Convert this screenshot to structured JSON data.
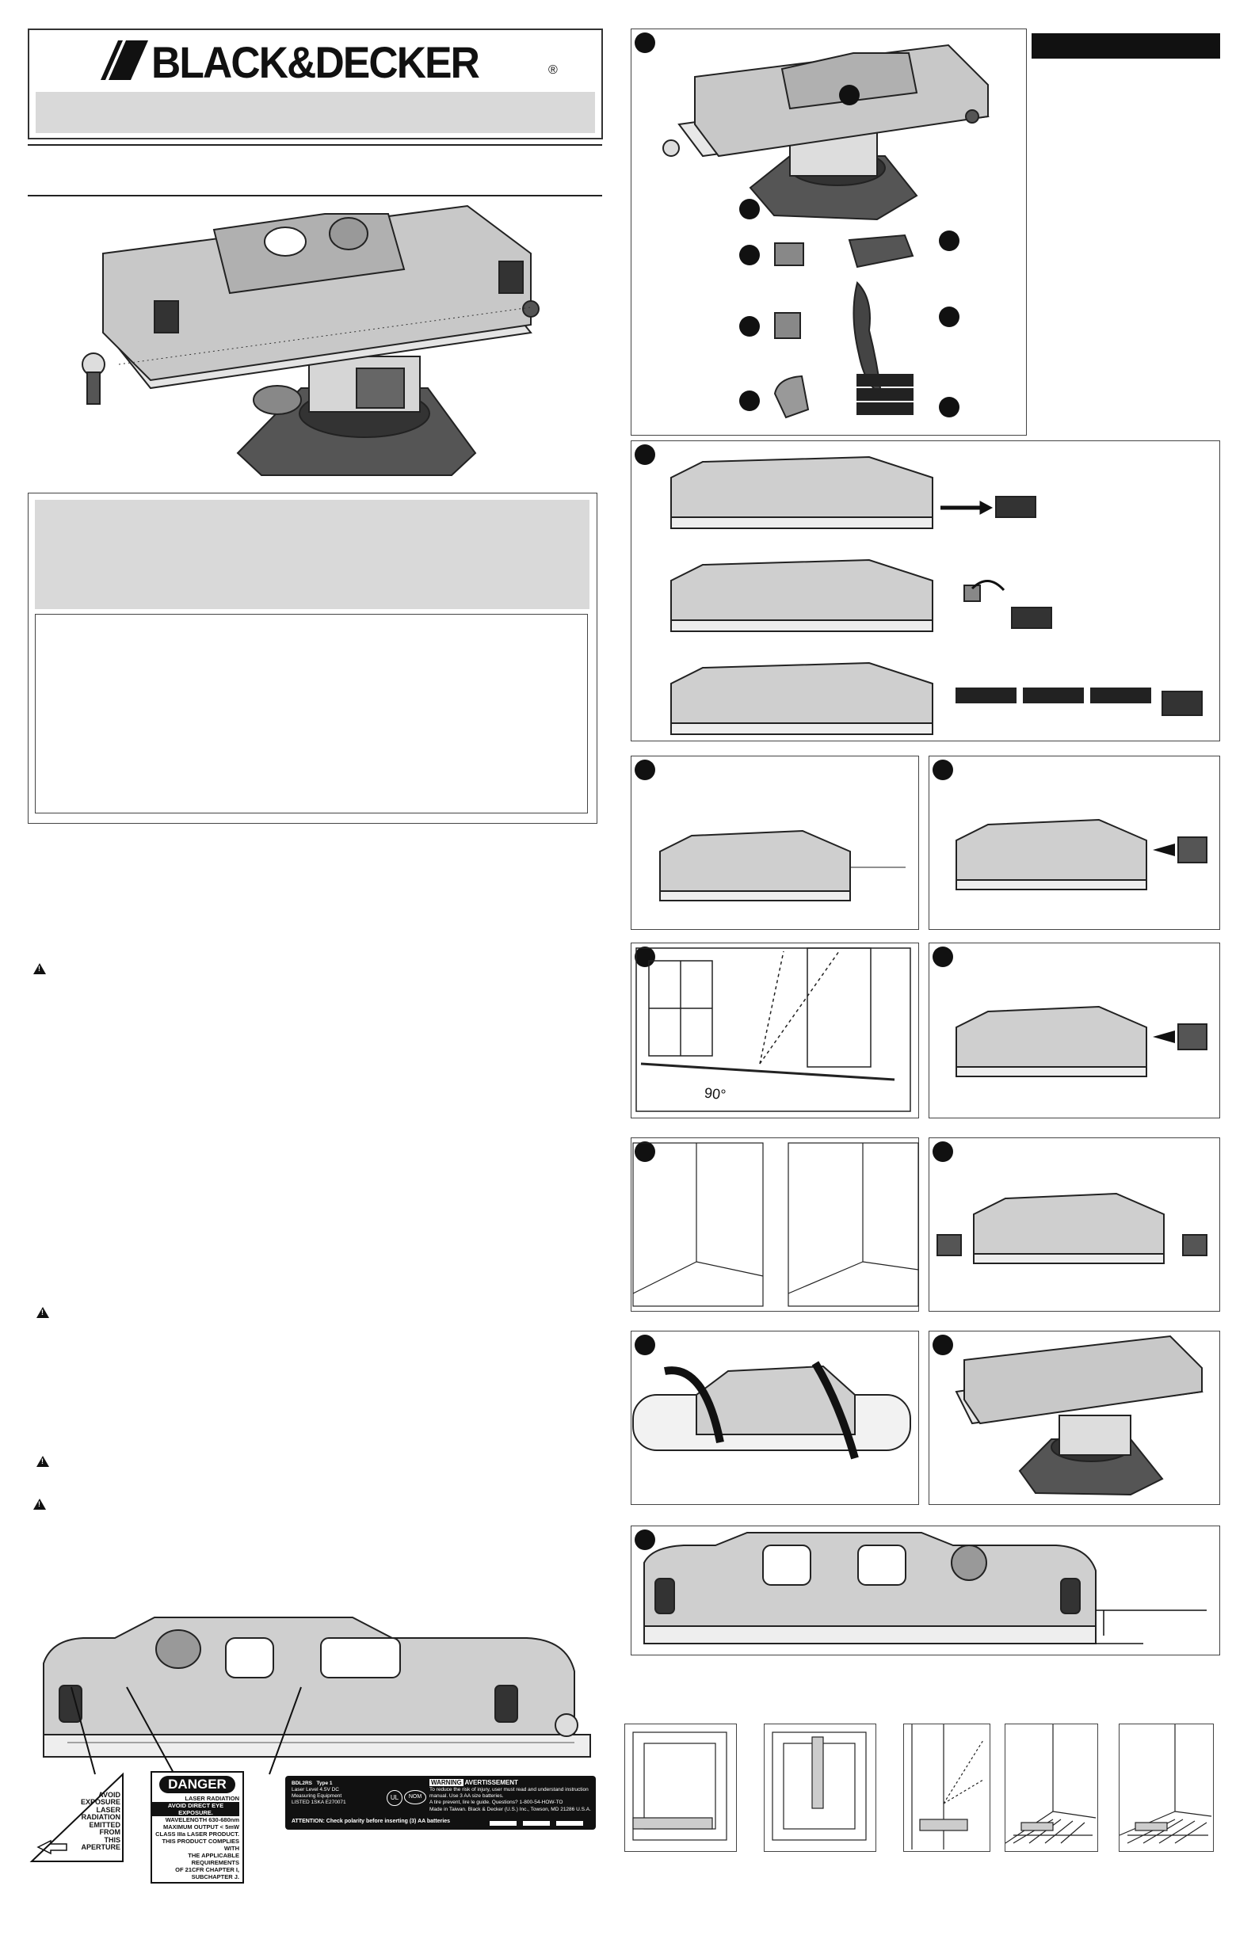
{
  "brand": {
    "name": "BLACK&DECKER",
    "registered": "®"
  },
  "labels": {
    "aperture": [
      "AVOID",
      "EXPOSURE",
      "LASER",
      "RADIATION",
      "EMITTED FROM",
      "THIS APERTURE"
    ],
    "danger": {
      "title": "DANGER",
      "lines": [
        "LASER RADIATION",
        "AVOID DIRECT EYE EXPOSURE.",
        "WAVELENGTH 630-680nm",
        "MAXIMUM OUTPUT < 5mW",
        "CLASS IIIa LASER PRODUCT.",
        "THIS PRODUCT COMPLIES WITH",
        "THE APPLICABLE REQUIREMENTS",
        "OF 21CFR CHAPTER I,",
        "SUBCHAPTER J."
      ]
    },
    "rating": {
      "model": "BDL2RS",
      "type": "Type 1",
      "line1": "Laser Level 4.5V DC",
      "line2": "Measuring Equipment",
      "listed": "LISTED 1SKA  E270071",
      "warning_title": "WARNING",
      "avert_title": "AVERTISSEMENT",
      "warning_text": "To reduce the risk of injury, user must read and understand instruction manual. Use 3 AA size batteries.",
      "info_text": "A tire prevent, lire le guide. Questions? 1-800-54-HOW-TO",
      "made_in": "Made in Taiwan. Black & Decker (U.S.) Inc., Towson, MD 21286 U.S.A.",
      "attention": "ATTENTION: Check polarity before inserting (3) AA batteries",
      "cert_ul": "UL",
      "cert_nom": "NOM"
    }
  },
  "figures": {
    "angle_label": "90°"
  },
  "colors": {
    "header_grey": "#d9d9d9",
    "black": "#111111",
    "tool_grey": "#c8c8c8"
  }
}
